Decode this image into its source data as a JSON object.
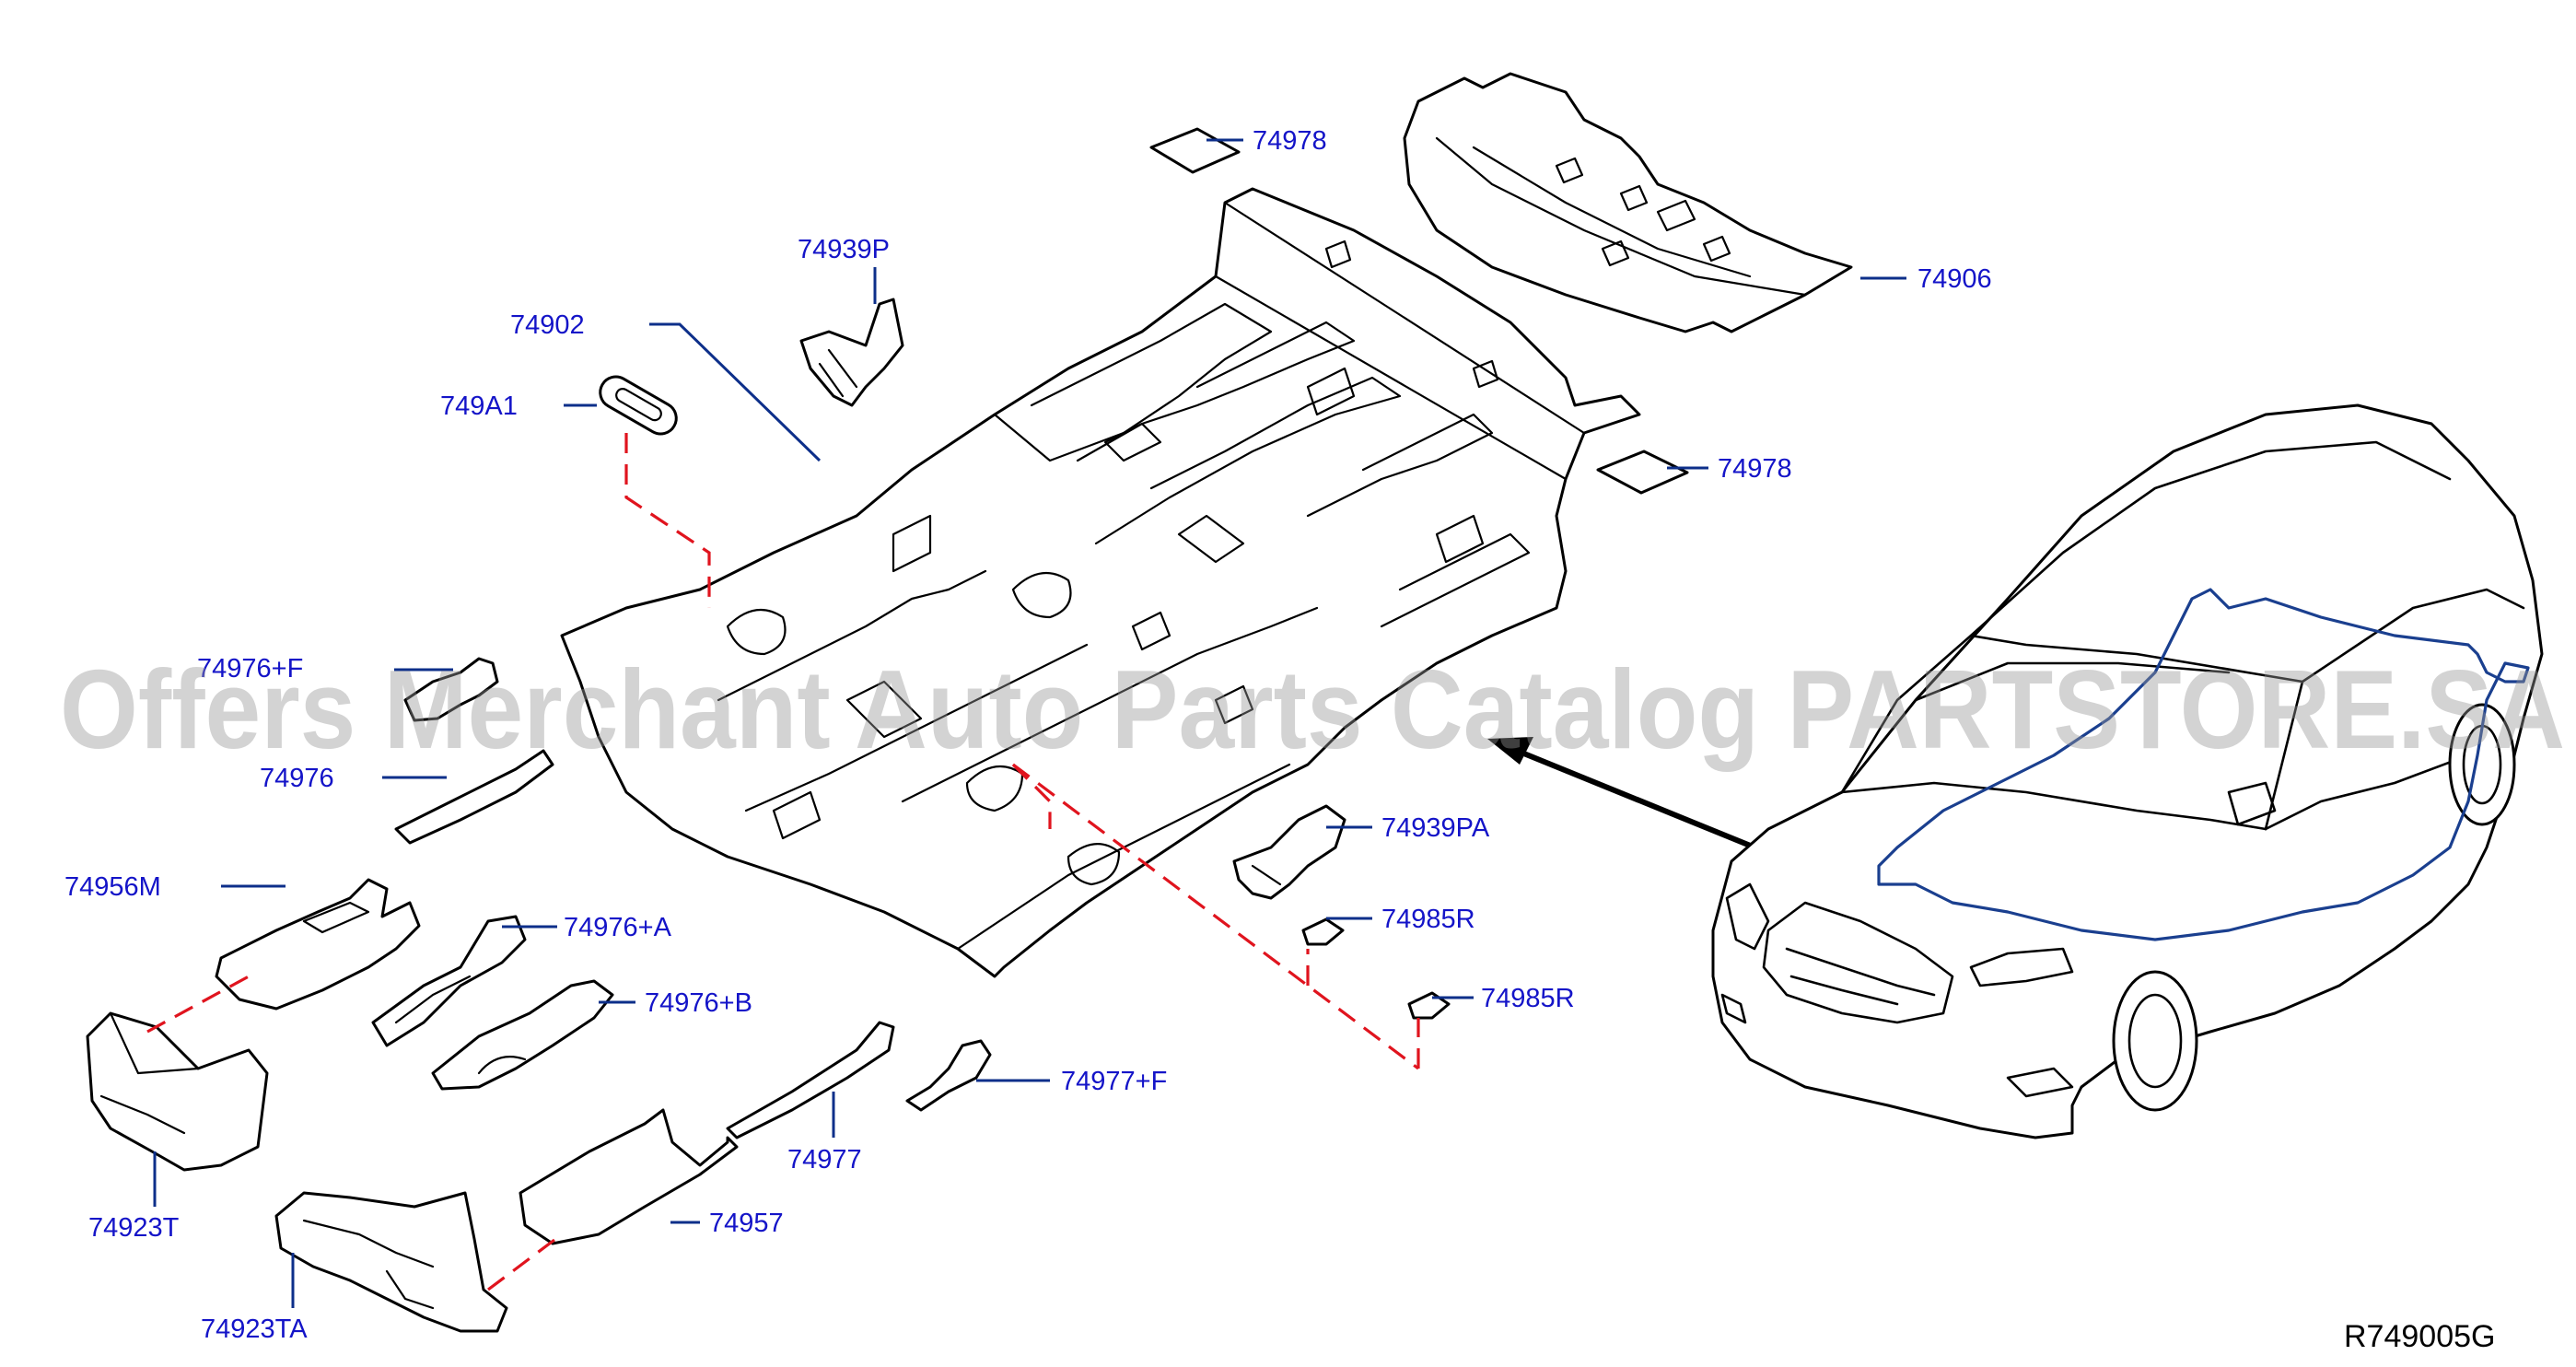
{
  "diagram": {
    "reference_code": "R749005G",
    "watermark": "Offers Merchant Auto Parts Catalog PARTSTORE.SA",
    "colors": {
      "callout_text": "#1414c8",
      "leader_line": "#0d2f8a",
      "dashed_connector": "#e0141e",
      "floor_highlight": "#1a3f8f"
    },
    "callouts": [
      {
        "id": "c-74978-top",
        "label": "74978"
      },
      {
        "id": "c-74906",
        "label": "74906"
      },
      {
        "id": "c-74939p",
        "label": "74939P"
      },
      {
        "id": "c-74902",
        "label": "74902"
      },
      {
        "id": "c-749a1",
        "label": "749A1"
      },
      {
        "id": "c-74978-right",
        "label": "74978"
      },
      {
        "id": "c-74976f",
        "label": "74976+F"
      },
      {
        "id": "c-74976",
        "label": "74976"
      },
      {
        "id": "c-74939pa",
        "label": "74939PA"
      },
      {
        "id": "c-74956m",
        "label": "74956M"
      },
      {
        "id": "c-74976a",
        "label": "74976+A"
      },
      {
        "id": "c-74985r-1",
        "label": "74985R"
      },
      {
        "id": "c-74976b",
        "label": "74976+B"
      },
      {
        "id": "c-74985r-2",
        "label": "74985R"
      },
      {
        "id": "c-74977f",
        "label": "74977+F"
      },
      {
        "id": "c-74977",
        "label": "74977"
      },
      {
        "id": "c-74923t",
        "label": "74923T"
      },
      {
        "id": "c-74957",
        "label": "74957"
      },
      {
        "id": "c-74923ta",
        "label": "74923TA"
      }
    ]
  }
}
